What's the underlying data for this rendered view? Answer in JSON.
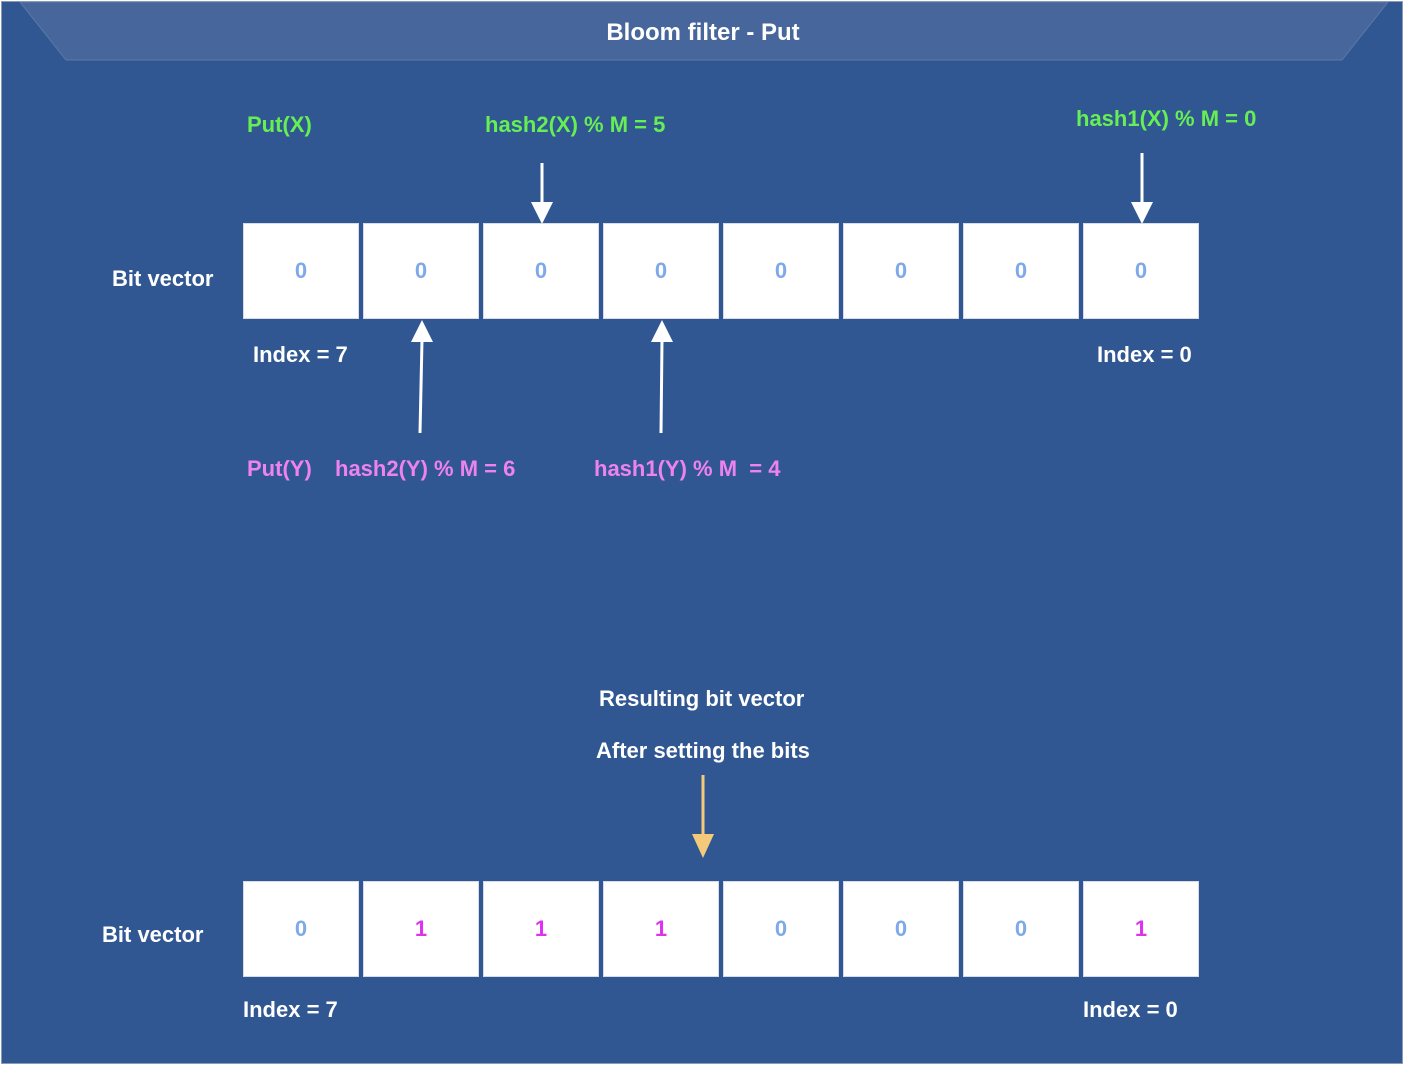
{
  "title": "Bloom filter - Put",
  "colors": {
    "background": "#315793",
    "banner": "#47669b",
    "put_x": "#66ee55",
    "put_y": "#ee82ee",
    "bit_zero": "#7fa9e8",
    "bit_one": "#dd33ee",
    "result_arrow": "#f5c97a"
  },
  "top": {
    "row_label": "Bit vector",
    "bits": [
      "0",
      "0",
      "0",
      "0",
      "0",
      "0",
      "0",
      "0"
    ],
    "index_left": "Index = 7",
    "index_right": "Index = 0",
    "put_x": "Put(X)",
    "hash2_x": "hash2(X) % M = 5",
    "hash1_x": "hash1(X) % M = 0",
    "put_y": "Put(Y)",
    "hash2_y": "hash2(Y) % M = 6",
    "hash1_y": "hash1(Y) % M  = 4"
  },
  "bottom": {
    "heading": "Resulting bit vector",
    "subheading": "After setting the bits",
    "row_label": "Bit vector",
    "bits": [
      "0",
      "1",
      "1",
      "1",
      "0",
      "0",
      "0",
      "1"
    ],
    "index_left": "Index = 7",
    "index_right": "Index = 0"
  }
}
